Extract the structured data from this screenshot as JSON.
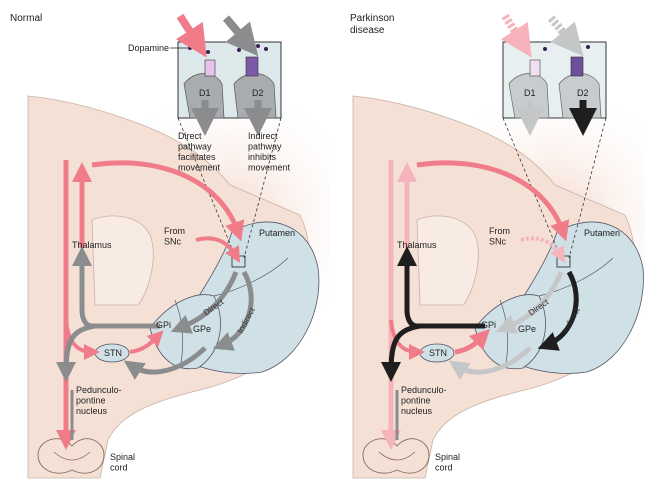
{
  "panels": {
    "normal": {
      "title": "Normal",
      "dopamine_label": "Dopamine",
      "d1_label": "D1",
      "d2_label": "D2",
      "direct_caption": [
        "Direct",
        "pathway",
        "facilitates",
        "movement"
      ],
      "indirect_caption": [
        "Indirect",
        "pathway",
        "inhibits",
        "movement"
      ],
      "from_snc": [
        "From",
        "SNc"
      ],
      "putamen": "Putamen",
      "thalamus": "Thalamus",
      "direct": "Direct",
      "indirect": "Indirect",
      "gpi": "GPi",
      "gpe": "GPe",
      "stn": "STN",
      "ppn": [
        "Pedunculo-",
        "pontine",
        "nucleus"
      ],
      "spinal": [
        "Spinal",
        "cord"
      ]
    },
    "parkinson": {
      "title": [
        "Parkinson",
        "disease"
      ],
      "d1_label": "D1",
      "d2_label": "D2",
      "from_snc": [
        "From",
        "SNc"
      ],
      "putamen": "Putamen",
      "thalamus": "Thalamus",
      "direct": "Direct",
      "indirect": "Indirect",
      "gpi": "GPi",
      "gpe": "GPe",
      "stn": "STN",
      "ppn": [
        "Pedunculo-",
        "pontine",
        "nucleus"
      ],
      "spinal": [
        "Spinal",
        "cord"
      ]
    }
  },
  "colors": {
    "excitatory": "#f07c8a",
    "excitatory_weak": "#f6b3bc",
    "inhibitory": "#8a8c8e",
    "inhibitory_weak": "#c4c6c8",
    "inhibitory_strong": "#1e1e1e",
    "cortex": "#f5e0d6",
    "basal_ganglia": "#cfe1e6",
    "inset_bg": "#dde8eb"
  }
}
